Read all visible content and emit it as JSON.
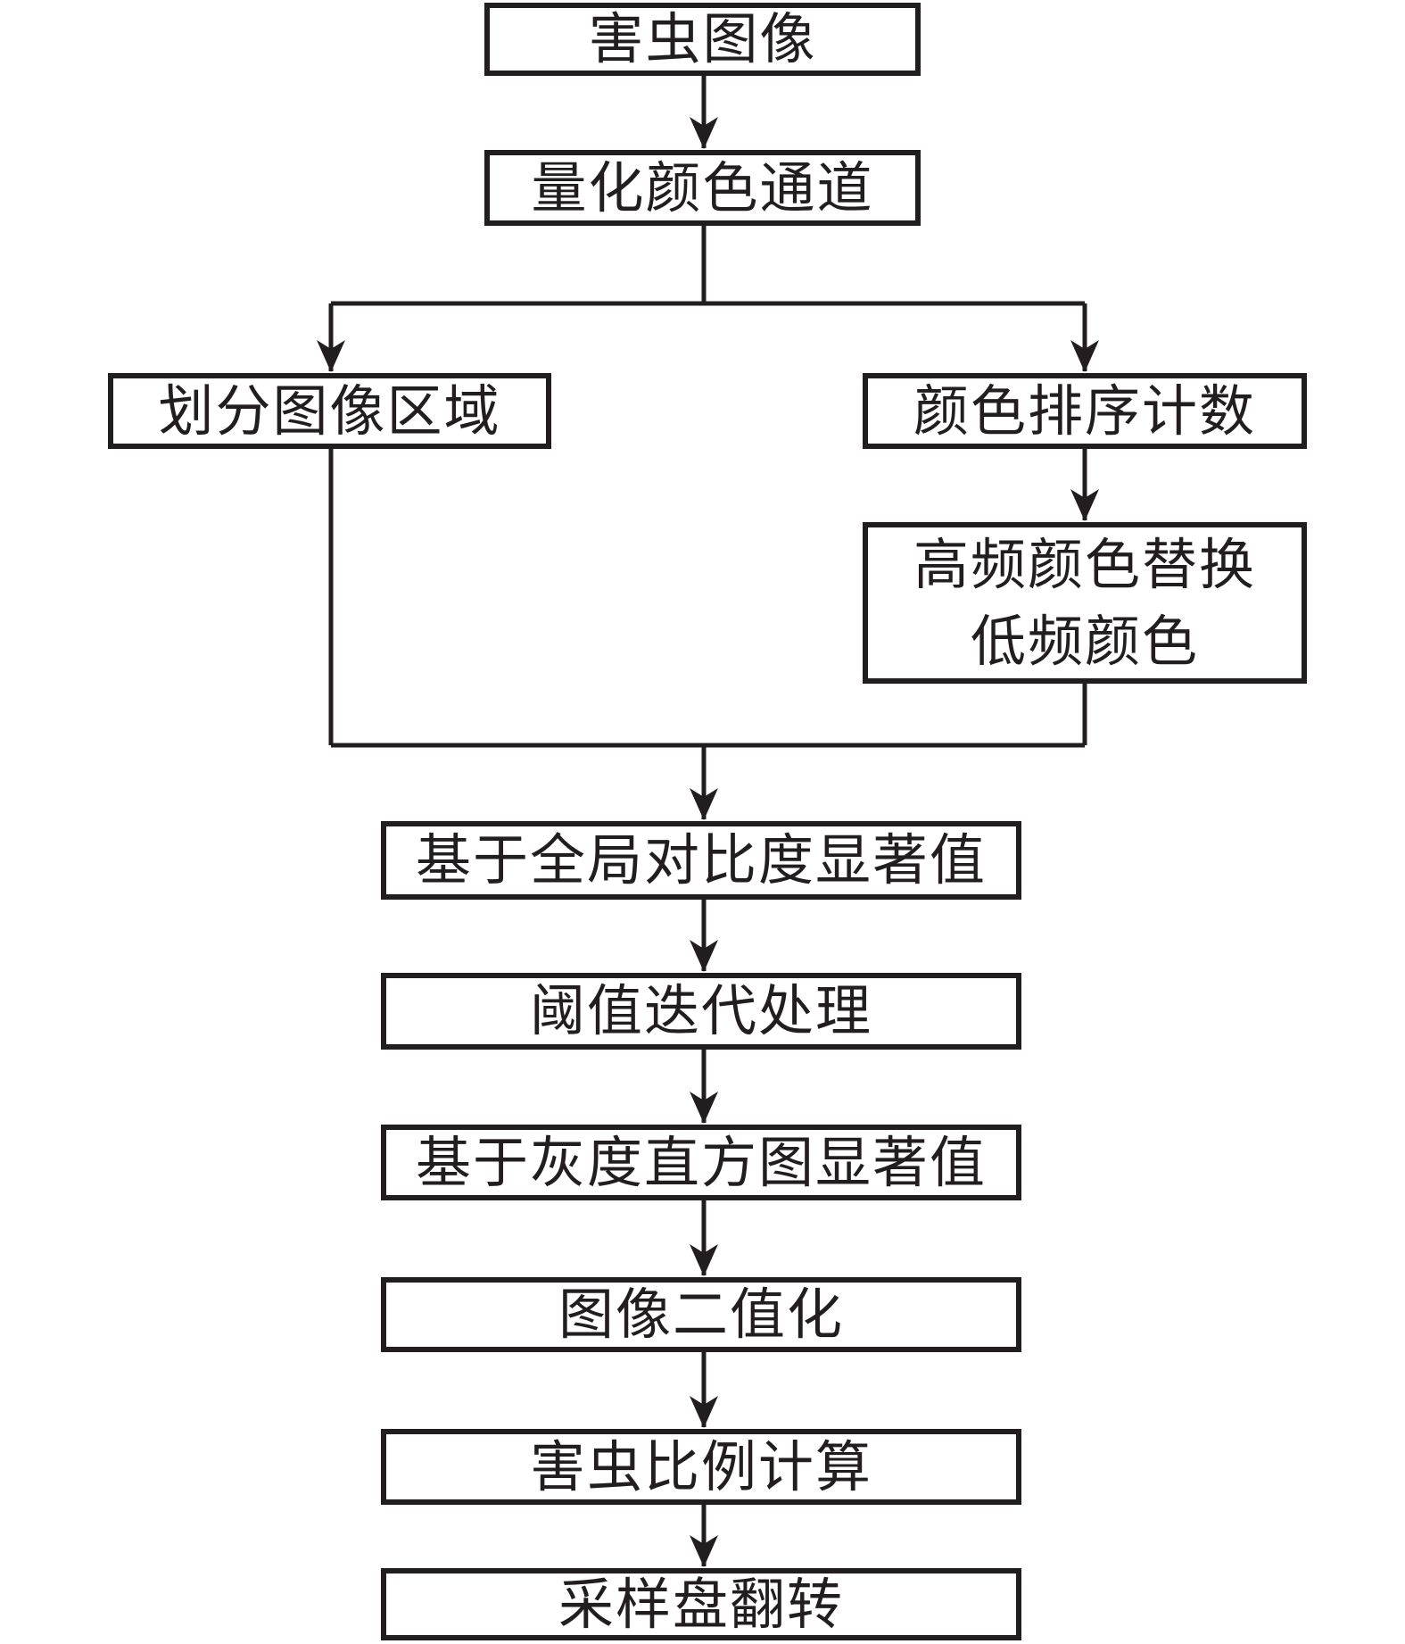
{
  "diagram": {
    "type": "flowchart",
    "colors": {
      "ink": "#221e1f",
      "background": "#ffffff"
    },
    "nodes": [
      {
        "id": "pest-image",
        "label": "害虫图像"
      },
      {
        "id": "quantize-color-channel",
        "label": "量化颜色通道"
      },
      {
        "id": "divide-image-region",
        "label": "划分图像区域"
      },
      {
        "id": "color-sort-count",
        "label": "颜色排序计数"
      },
      {
        "id": "high-freq-color-replace",
        "label": "高频颜色替换\n低频颜色"
      },
      {
        "id": "global-contrast-saliency",
        "label": "基于全局对比度显著值"
      },
      {
        "id": "threshold-iteration",
        "label": "阈值迭代处理"
      },
      {
        "id": "gray-histogram-saliency",
        "label": "基于灰度直方图显著值"
      },
      {
        "id": "image-binarization",
        "label": "图像二值化"
      },
      {
        "id": "pest-ratio-calculation",
        "label": "害虫比例计算"
      },
      {
        "id": "sampling-plate-flip",
        "label": "采样盘翻转"
      }
    ],
    "edges": [
      {
        "from": "pest-image",
        "to": "quantize-color-channel"
      },
      {
        "from": "quantize-color-channel",
        "to": "divide-image-region"
      },
      {
        "from": "quantize-color-channel",
        "to": "color-sort-count"
      },
      {
        "from": "color-sort-count",
        "to": "high-freq-color-replace"
      },
      {
        "from": "divide-image-region",
        "to": "global-contrast-saliency"
      },
      {
        "from": "high-freq-color-replace",
        "to": "global-contrast-saliency"
      },
      {
        "from": "global-contrast-saliency",
        "to": "threshold-iteration"
      },
      {
        "from": "threshold-iteration",
        "to": "gray-histogram-saliency"
      },
      {
        "from": "gray-histogram-saliency",
        "to": "image-binarization"
      },
      {
        "from": "image-binarization",
        "to": "pest-ratio-calculation"
      },
      {
        "from": "pest-ratio-calculation",
        "to": "sampling-plate-flip"
      }
    ]
  }
}
